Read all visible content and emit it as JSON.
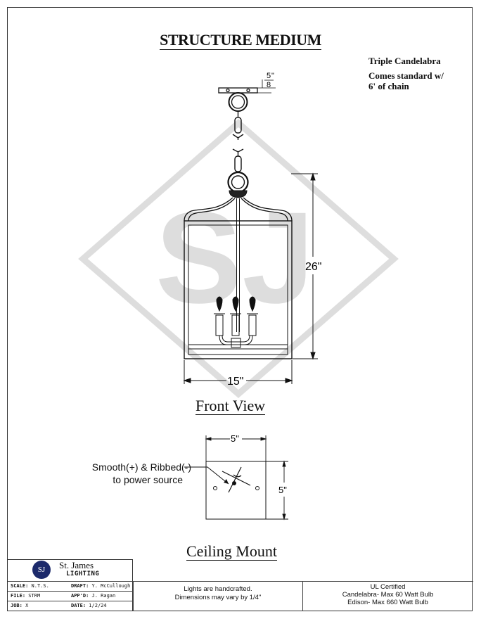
{
  "title": "STRUCTURE MEDIUM",
  "notes": {
    "line1": "Triple Candelabra",
    "line2": "Comes standard w/ 6' of chain"
  },
  "dimensions": {
    "canopy_height": "5\"\n8",
    "canopy_num": "5",
    "canopy_den": "8",
    "canopy_unit": "\"",
    "height": "26\"",
    "width": "15\"",
    "mount_width": "5\"",
    "mount_height": "5\""
  },
  "views": {
    "front": "Front View",
    "ceiling": "Ceiling Mount"
  },
  "callout": {
    "line1": "Smooth(+) & Ribbed(-)",
    "line2": "to power source"
  },
  "watermark": "SJ",
  "title_block": {
    "brand_line1": "St. James",
    "brand_line2": "LIGHTING",
    "logo_text": "SJ",
    "scale_label": "SCALE:",
    "scale_value": "N.T.S.",
    "draft_label": "DRAFT:",
    "draft_value": "Y. McCullough",
    "file_label": "FILE:",
    "file_value": "STRM",
    "appd_label": "APP'D:",
    "appd_value": "J. Ragan",
    "job_label": "JOB:",
    "job_value": "X",
    "date_label": "DATE:",
    "date_value": "1/2/24",
    "note1": "Lights are handcrafted.",
    "note2": "Dimensions may vary by 1/4\"",
    "cert1": "UL Certified",
    "cert2": "Candelabra- Max 60 Watt Bulb",
    "cert3": "Edison- Max 660 Watt Bulb"
  }
}
